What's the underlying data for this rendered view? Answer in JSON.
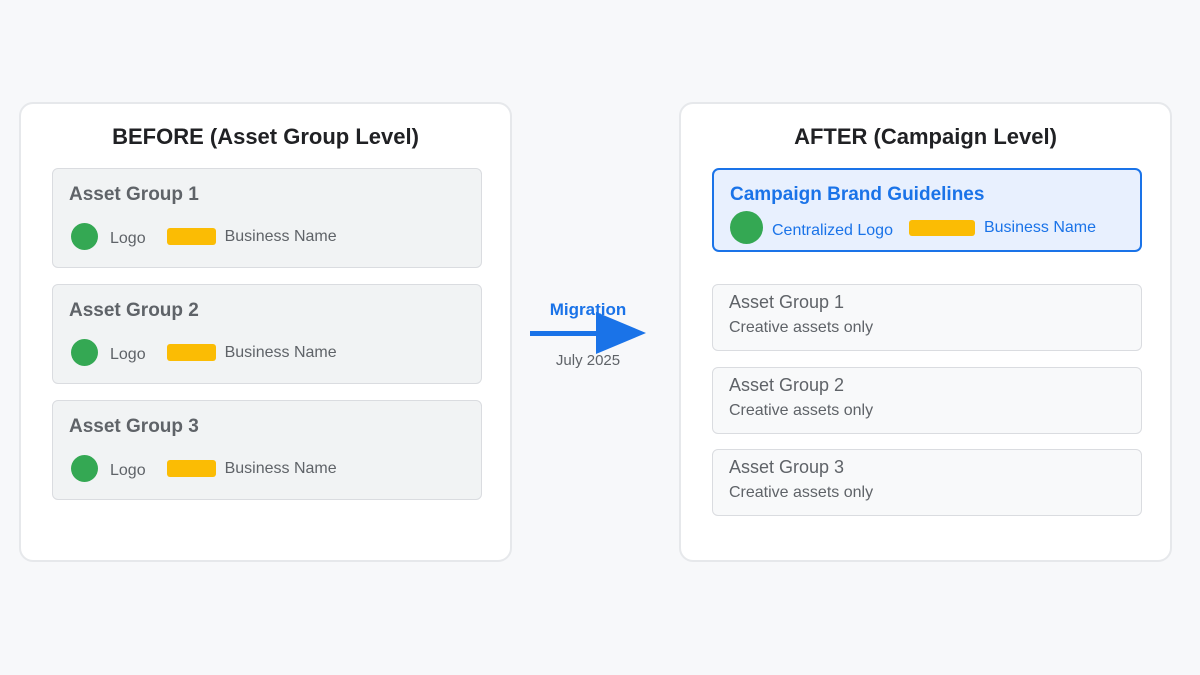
{
  "before": {
    "title": "BEFORE (Asset Group Level)",
    "groups": [
      {
        "name": "Asset Group 1",
        "logo_label": "Logo",
        "business_name_label": "Business Name"
      },
      {
        "name": "Asset Group 2",
        "logo_label": "Logo",
        "business_name_label": "Business Name"
      },
      {
        "name": "Asset Group 3",
        "logo_label": "Logo",
        "business_name_label": "Business Name"
      }
    ]
  },
  "migration": {
    "label": "Migration",
    "date": "July 2025"
  },
  "after": {
    "title": "AFTER (Campaign Level)",
    "brand_guidelines": {
      "title": "Campaign Brand Guidelines",
      "logo_label": "Centralized Logo",
      "business_name_label": "Business Name"
    },
    "groups": [
      {
        "name": "Asset Group 1",
        "description": "Creative assets only"
      },
      {
        "name": "Asset Group 2",
        "description": "Creative assets only"
      },
      {
        "name": "Asset Group 3",
        "description": "Creative assets only"
      }
    ]
  },
  "colors": {
    "accent_blue": "#1a73e8",
    "logo_green": "#34a853",
    "business_name_yellow": "#fbbc04",
    "text_gray": "#5f6368",
    "title_dark": "#202124"
  }
}
